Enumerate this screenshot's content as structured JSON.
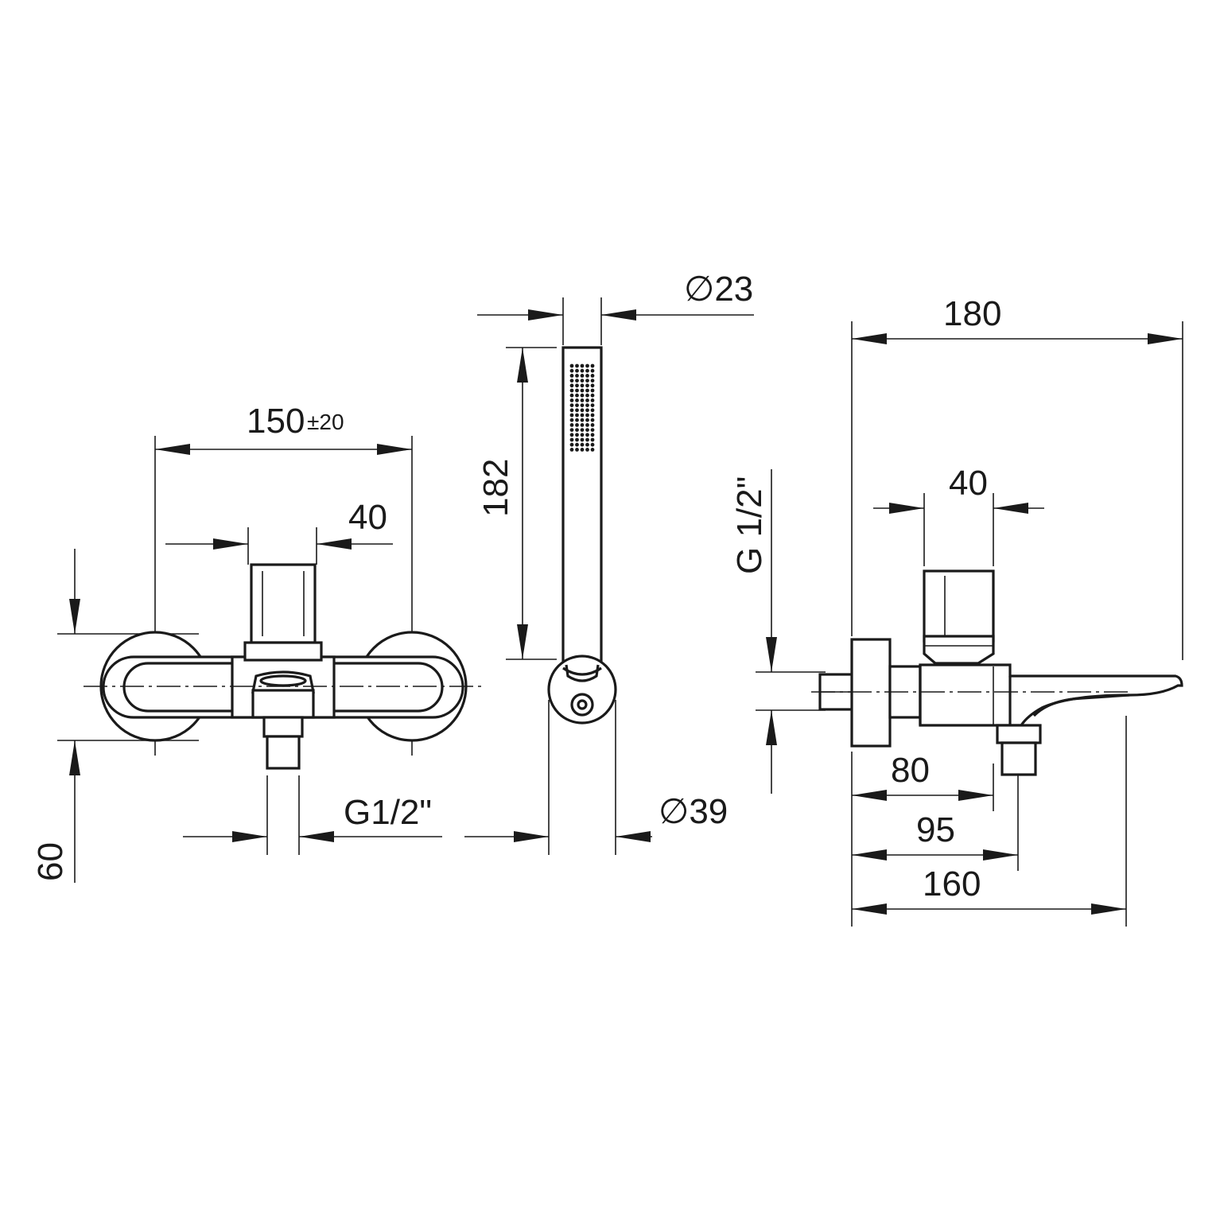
{
  "front_view": {
    "width_dim": "150",
    "width_tolerance": "±20",
    "handle_width_dim": "40",
    "height_dim": "60",
    "outlet_thread": "G1/2\""
  },
  "hand_shower_view": {
    "head_diameter": "∅23",
    "length_dim": "182",
    "holder_diameter": "∅39"
  },
  "side_view": {
    "projection_dim": "180",
    "handle_width_dim": "40",
    "inlet_thread": "G 1/2\"",
    "depth_dim_1": "80",
    "depth_dim_2": "95",
    "depth_dim_3": "160"
  }
}
